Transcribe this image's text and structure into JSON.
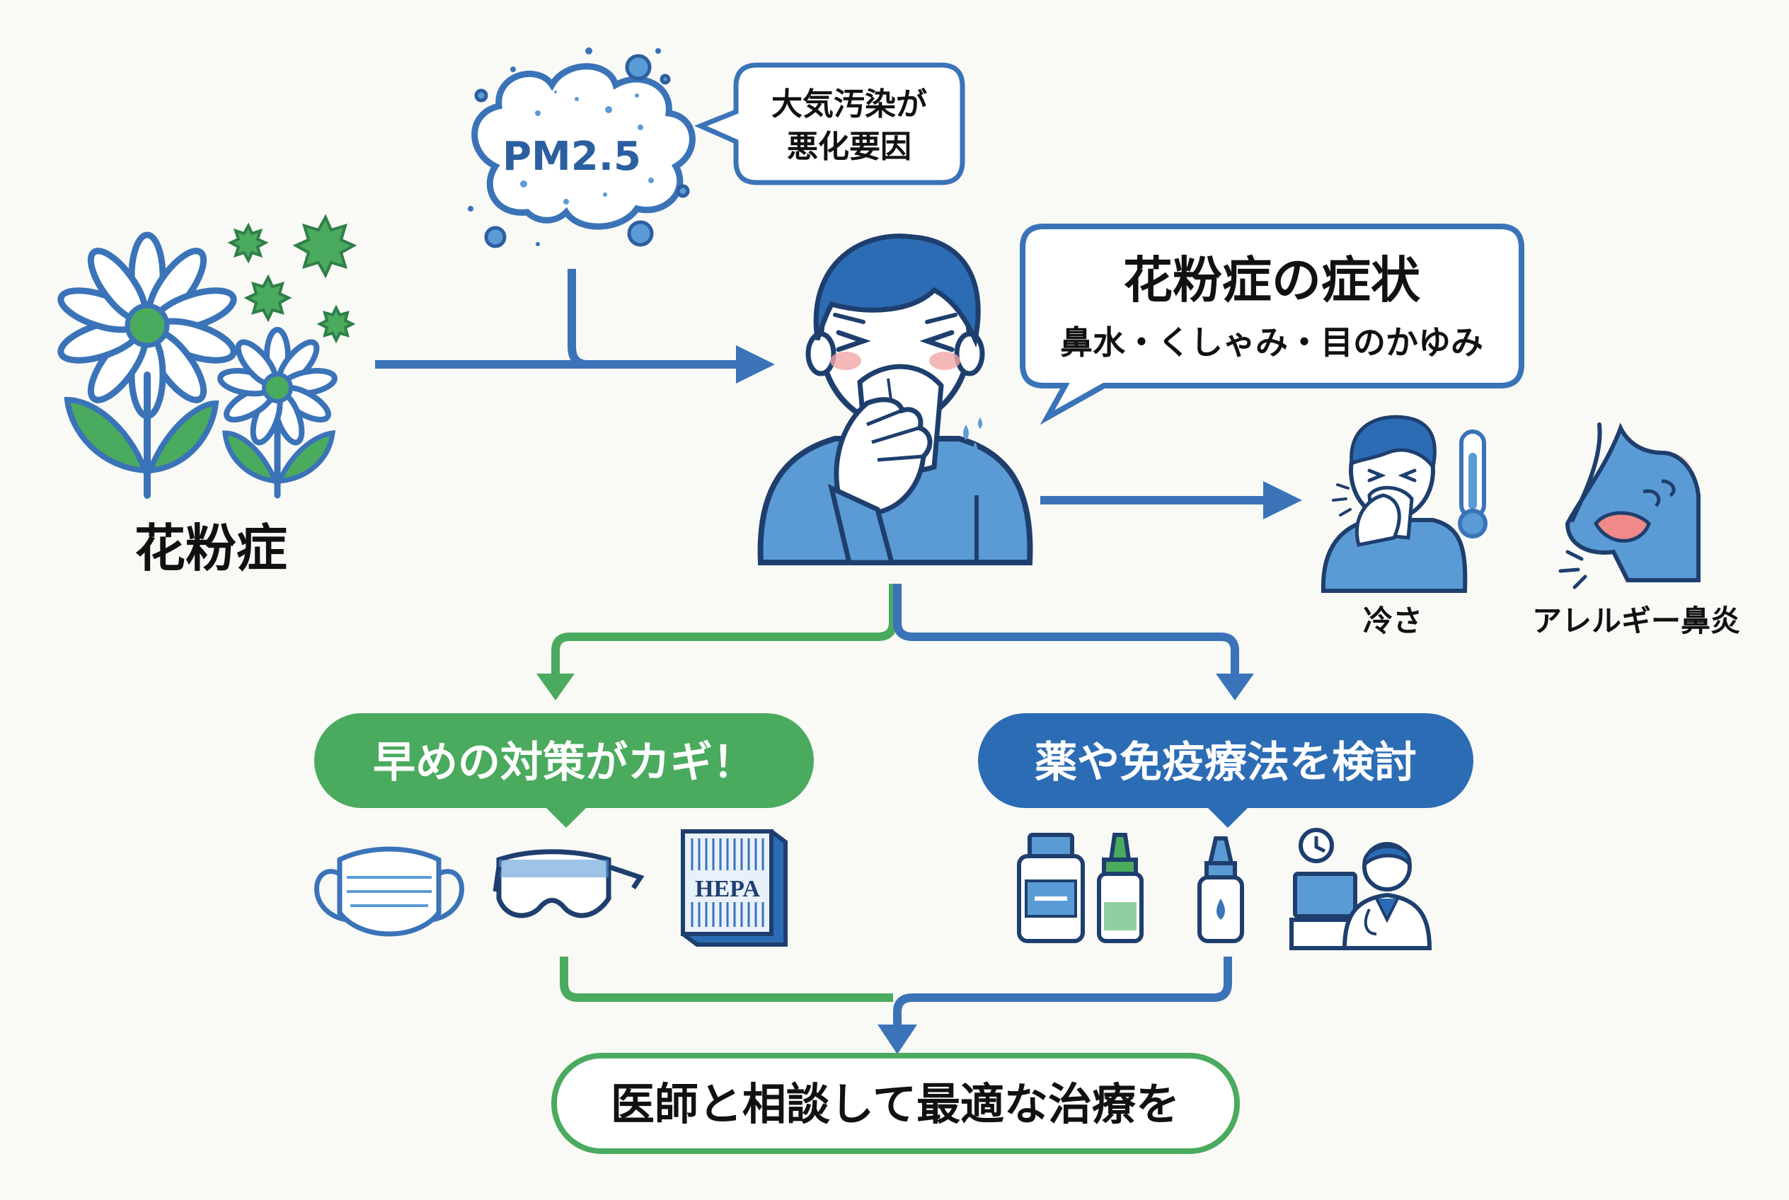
{
  "labels": {
    "pollinosis": "花粉症",
    "pm25": "PM2.5",
    "pollution_line1": "大気汚染が",
    "pollution_line2": "悪化要因",
    "symptoms_title": "花粉症の症状",
    "symptoms_list": "鼻水・くしゃみ・目のかゆみ",
    "cold": "冷さ",
    "allergic_rhinitis": "アレルギー鼻炎",
    "early_measures": "早めの対策がカギ！",
    "medicine": "薬や免疫療法を検討",
    "hepa": "HEPA",
    "consult": "医師と相談して最適な治療を"
  },
  "icons": {
    "flower": "flower-icon",
    "pollen": "pollen-icon",
    "pm_cloud": "cloud-icon",
    "sneezing_person": "sneezing-person-icon",
    "thermometer": "thermometer-icon",
    "nose": "nose-icon",
    "mask": "mask-icon",
    "goggles": "goggles-icon",
    "filter": "hepa-filter-icon",
    "medicine_bottle": "medicine-bottle-icon",
    "nasal_spray": "nasal-spray-icon",
    "eye_drops": "eye-drops-icon",
    "clock": "clock-icon",
    "doctor": "doctor-icon"
  },
  "colors": {
    "blue_dark": "#2c5fa0",
    "blue": "#3a73b8",
    "blue_light": "#5b9bd5",
    "green": "#4aaa5e",
    "green_light": "#8fd0a0",
    "ink": "#111111",
    "background": "#f9f9f6"
  }
}
